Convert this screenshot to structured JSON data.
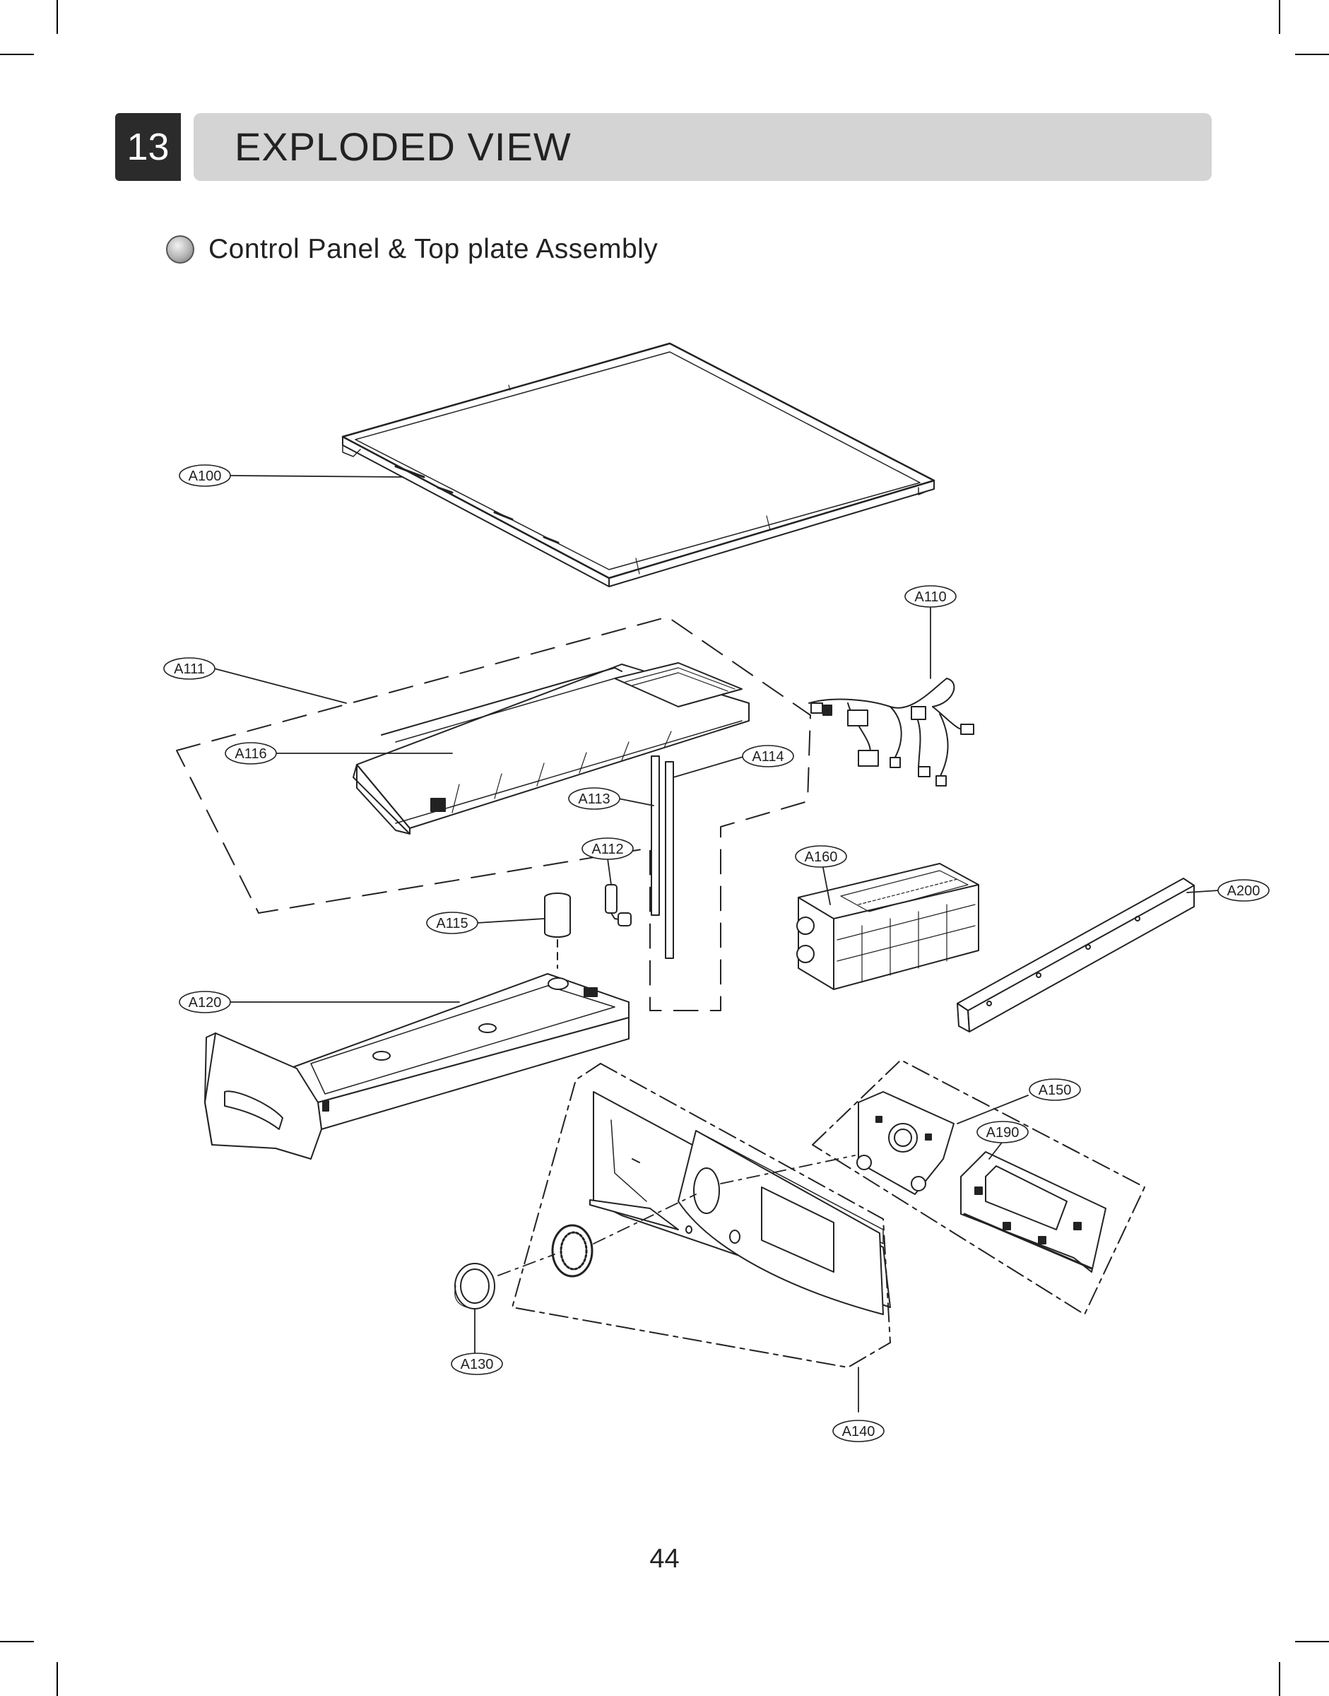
{
  "section": {
    "number": "13",
    "title": "EXPLODED VIEW"
  },
  "subtitle": "Control Panel & Top plate Assembly",
  "callouts": {
    "A100": "A100",
    "A110": "A110",
    "A111": "A111",
    "A112": "A112",
    "A113": "A113",
    "A114": "A114",
    "A115": "A115",
    "A116": "A116",
    "A120": "A120",
    "A130": "A130",
    "A140": "A140",
    "A150": "A150",
    "A160": "A160",
    "A190": "A190",
    "A200": "A200"
  },
  "page_number": "44"
}
